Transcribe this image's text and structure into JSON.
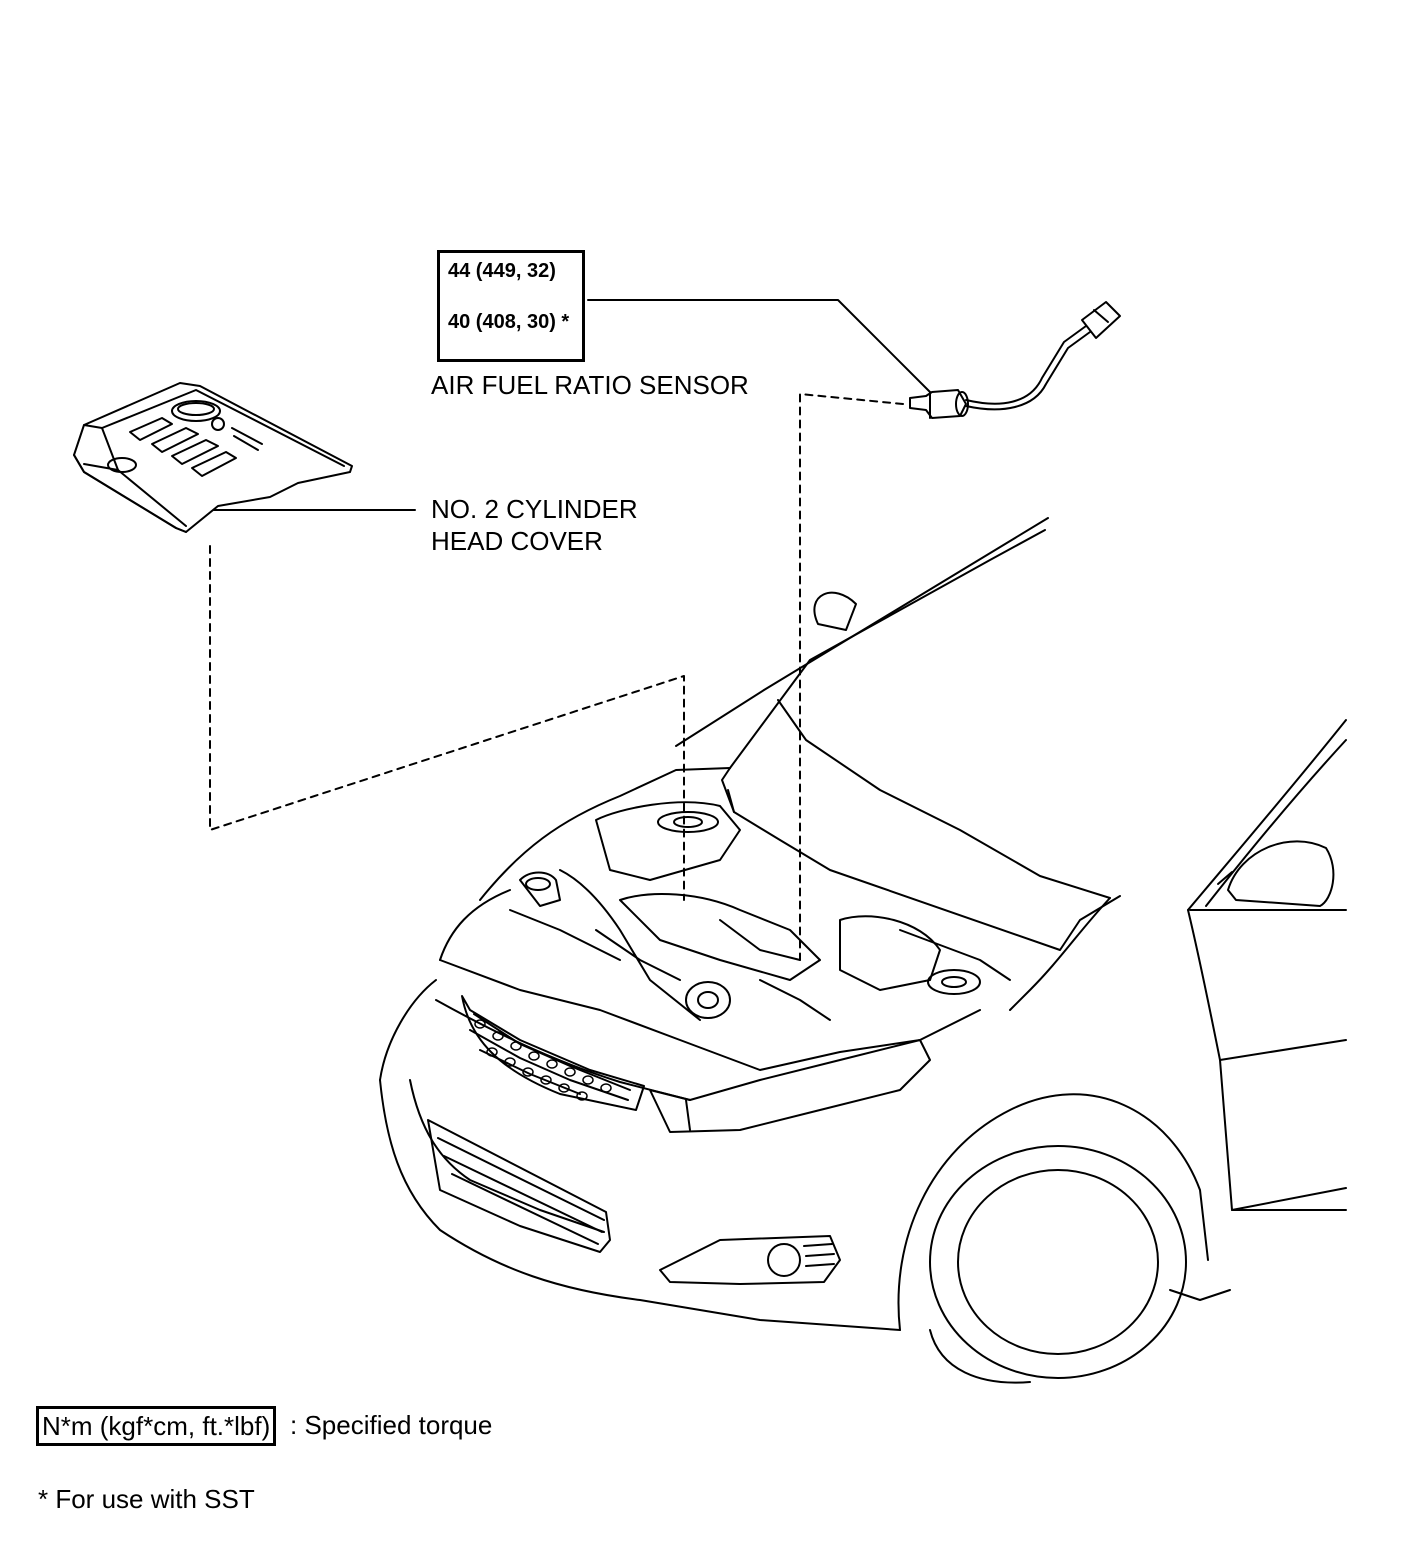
{
  "torque_box": {
    "line1": "44 (449, 32)",
    "line2": "40 (408, 30)",
    "line2_mark": "*"
  },
  "labels": {
    "air_fuel_ratio_sensor": "AIR FUEL RATIO SENSOR",
    "cylinder_head_cover_line1": "NO. 2 CYLINDER",
    "cylinder_head_cover_line2": "HEAD COVER"
  },
  "legend": {
    "unit_box": "N*m (kgf*cm, ft.*lbf)",
    "unit_desc": ": Specified torque",
    "sst_note": "* For use with SST"
  },
  "icons": [
    "engine-cover-drawing",
    "air-fuel-ratio-sensor-drawing",
    "vehicle-front-drawing"
  ]
}
